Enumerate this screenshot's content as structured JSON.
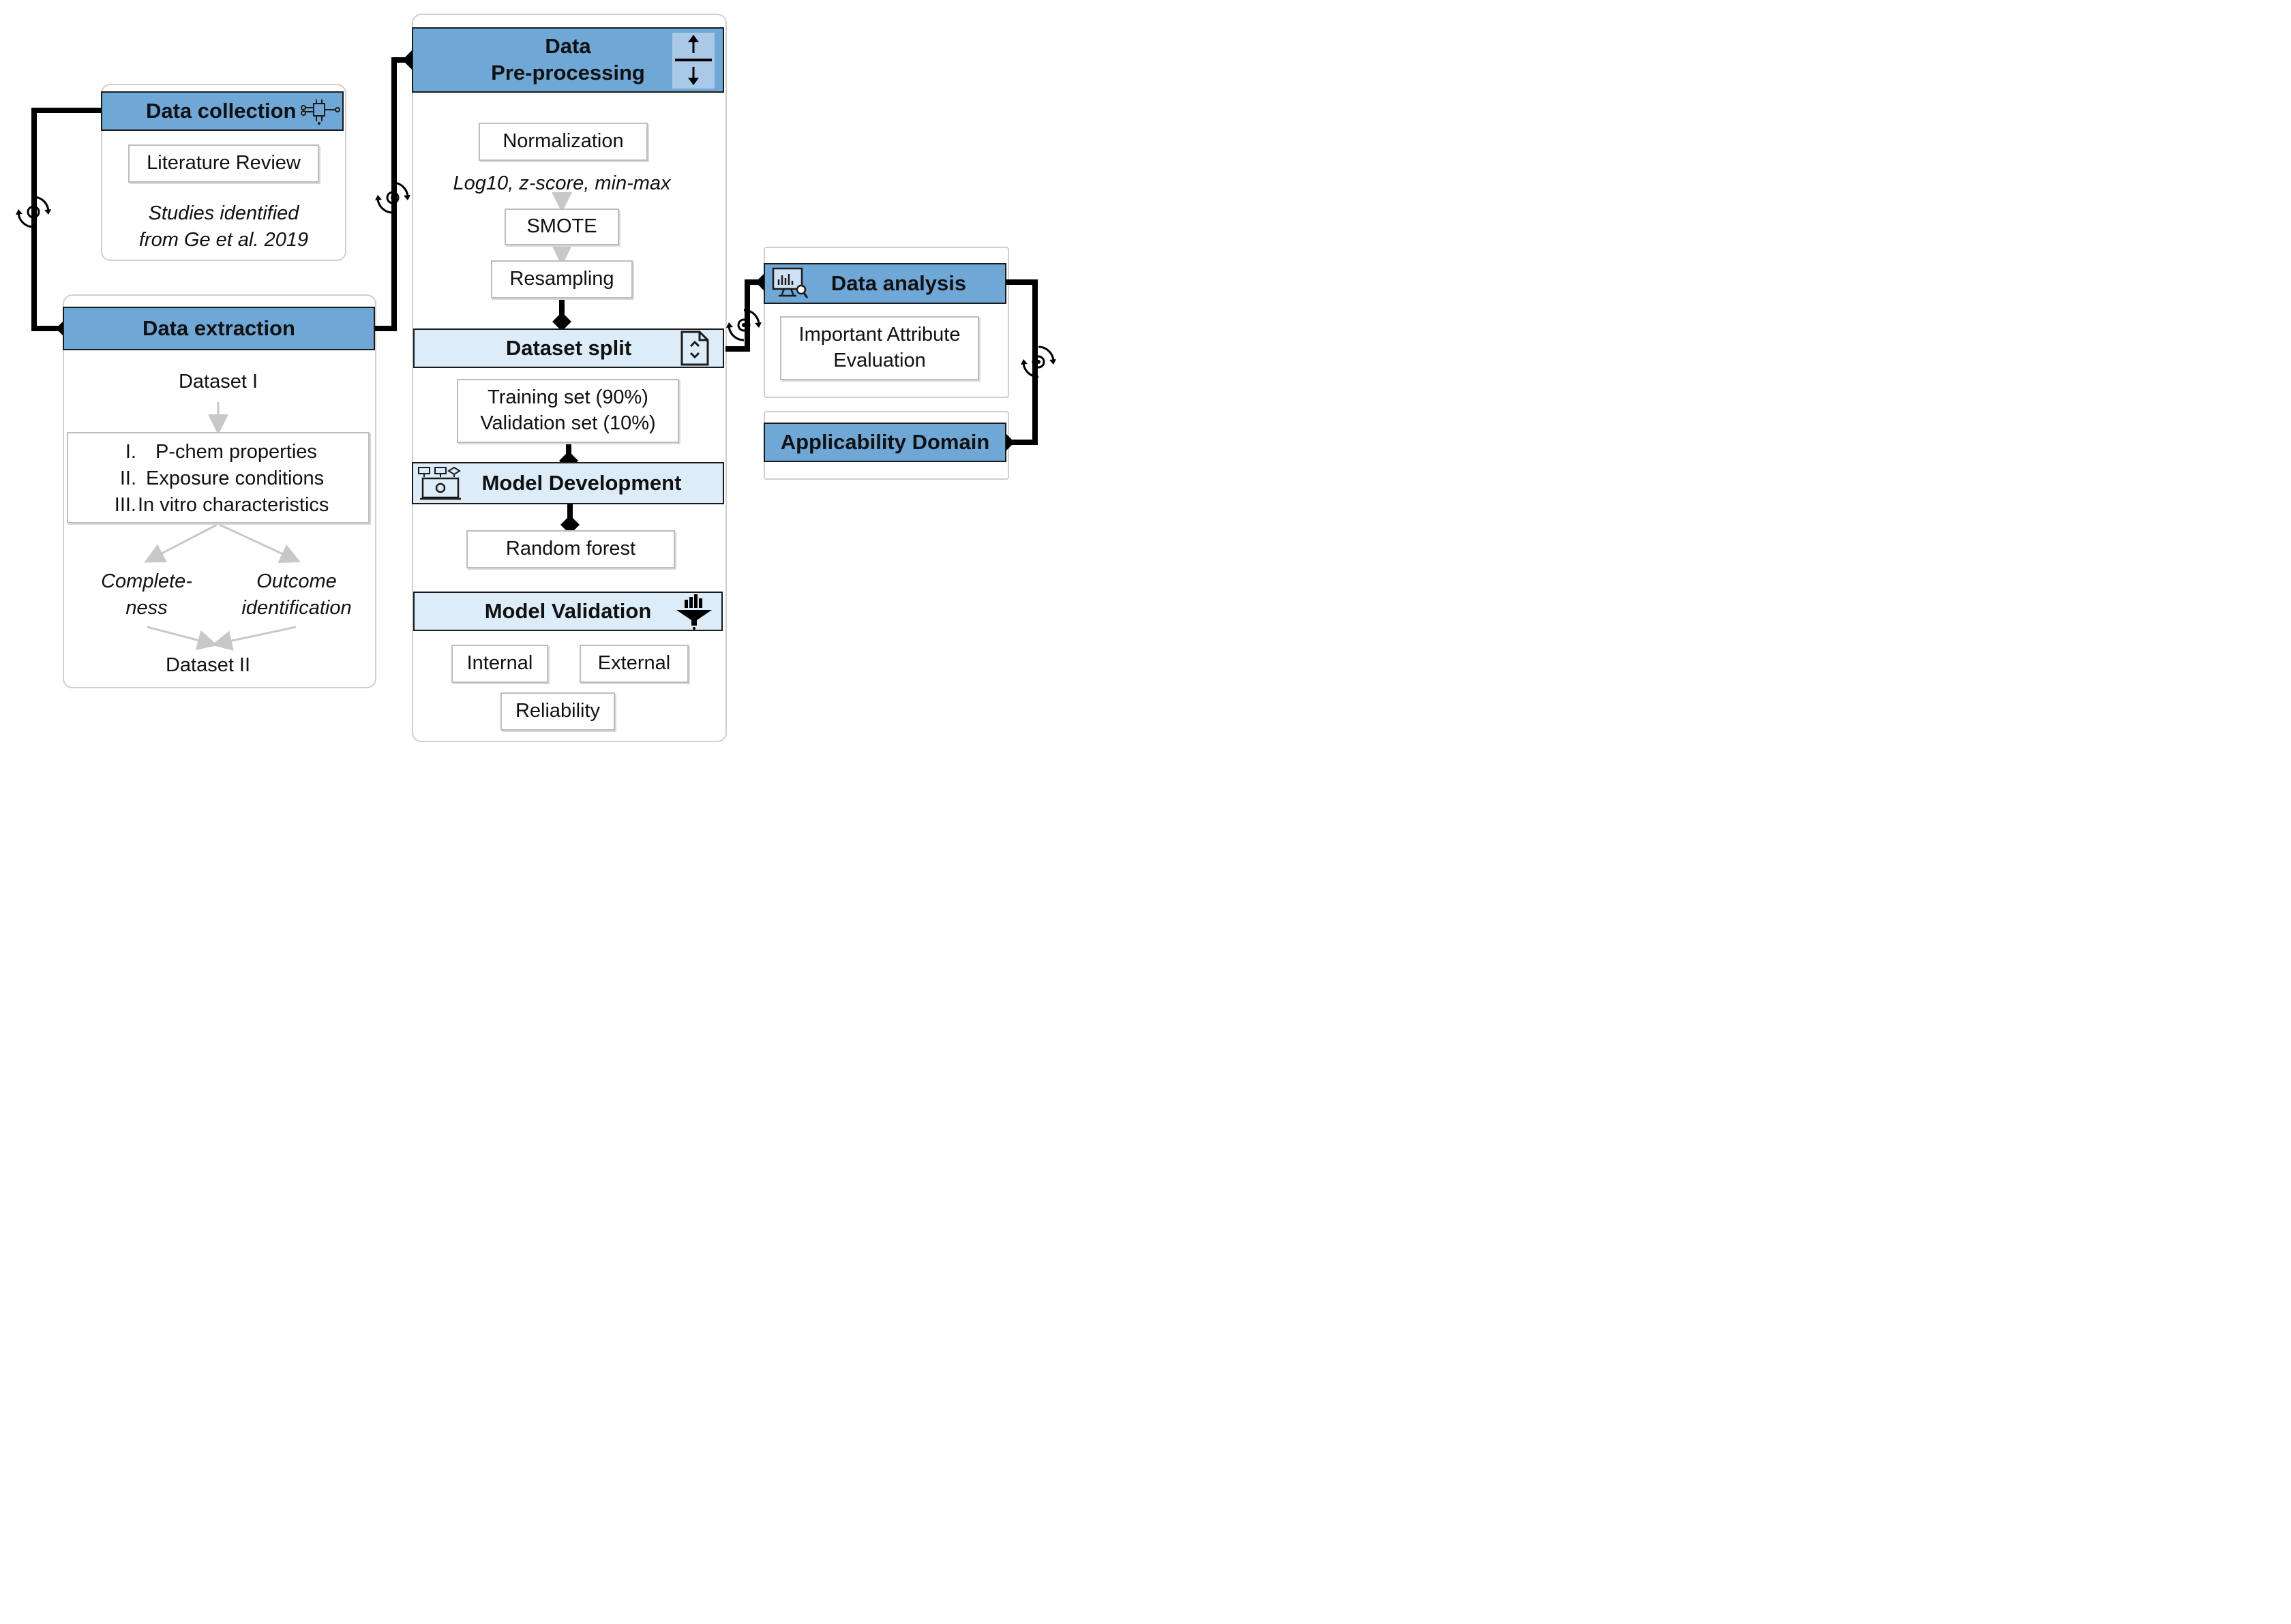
{
  "collection": {
    "title": "Data collection",
    "box": "Literature Review",
    "note_line1": "Studies identified",
    "note_line2": "from Ge et al. 2019"
  },
  "extraction": {
    "title": "Data extraction",
    "dataset1": "Dataset I",
    "list": [
      {
        "num": "I.",
        "text": "P-chem properties"
      },
      {
        "num": "II.",
        "text": "Exposure conditions"
      },
      {
        "num": "III.",
        "text": "In vitro characteristics"
      }
    ],
    "left_line1": "Complete-",
    "left_line2": "ness",
    "right_line1": "Outcome",
    "right_line2": "identification",
    "dataset2": "Dataset II"
  },
  "preprocessing": {
    "title_line1": "Data",
    "title_line2": "Pre-processing",
    "normalization": "Normalization",
    "methods": "Log10, z-score, min-max",
    "smote": "SMOTE",
    "resampling": "Resampling",
    "split_title": "Dataset split",
    "split_line1": "Training set (90%)",
    "split_line2": "Validation set (10%)",
    "dev_title": "Model Development",
    "random_forest": "Random forest",
    "val_title": "Model Validation",
    "internal": "Internal",
    "external": "External",
    "reliability": "Reliability"
  },
  "analysis": {
    "title": "Data analysis",
    "box_line1": "Important Attribute",
    "box_line2": "Evaluation"
  },
  "domain": {
    "title": "Applicability Domain"
  },
  "colors": {
    "header_blue": "#6fa8d6",
    "header_light": "#dcecf8",
    "connector": "#000000",
    "arrow_gray": "#c8c8c8"
  },
  "icons": [
    "circuit-icon",
    "sort-arrows-icon",
    "file-sort-icon",
    "workflow-icon",
    "monitor-chart-icon",
    "funnel-icon",
    "cycle-gear-icon"
  ]
}
